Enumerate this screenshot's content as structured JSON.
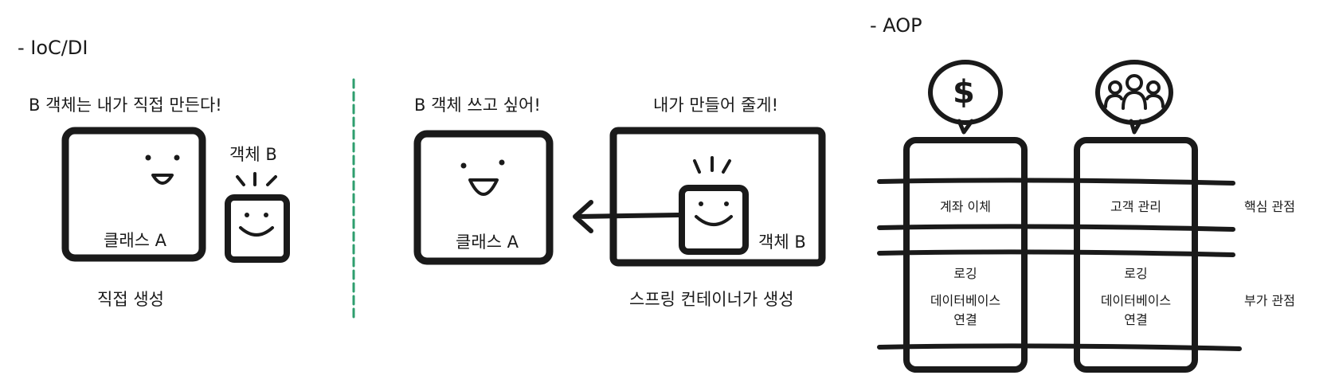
{
  "ioc": {
    "title": "- IoC/DI",
    "direct": {
      "speech": "B 객체는 내가 직접 만든다!",
      "class_label": "클래스 A",
      "object_label": "객체 B",
      "caption": "직접 생성"
    },
    "spring": {
      "speech_left": "B 객체 쓰고 싶어!",
      "speech_right": "내가 만들어 줄게!",
      "class_label": "클래스 A",
      "object_label": "객체 B",
      "caption": "스프링 컨테이너가 생성"
    },
    "divider_color": "#2e9e6e"
  },
  "aop": {
    "title": "- AOP",
    "columns": [
      {
        "icon": "dollar-icon",
        "core": "계좌 이체",
        "aux_1": "로깅",
        "aux_2": "데이터베이스",
        "aux_3": "연결"
      },
      {
        "icon": "people-icon",
        "core": "고객 관리",
        "aux_1": "로깅",
        "aux_2": "데이터베이스",
        "aux_3": "연결"
      }
    ],
    "row_labels": {
      "core": "핵심 관점",
      "aux": "부가 관점"
    }
  }
}
